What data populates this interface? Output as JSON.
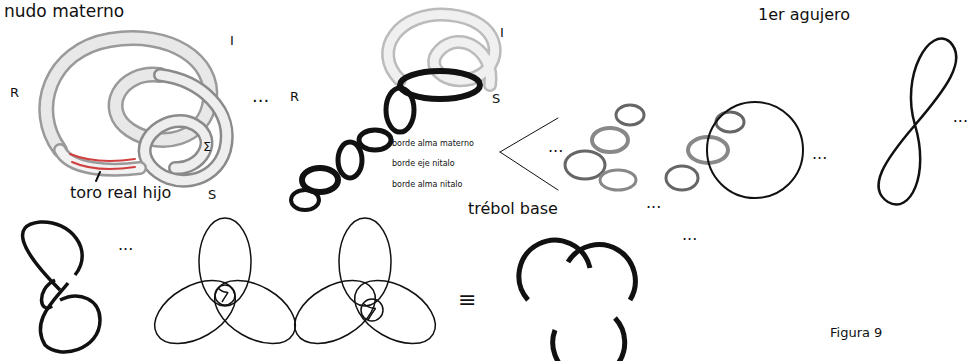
{
  "diagram": {
    "caption": "Figura 9",
    "labels": [
      "nudo materno",
      "I",
      "R",
      "Σ",
      "S",
      "toro real hijo",
      "...",
      "I",
      "R",
      "S",
      "borde alma materno",
      "borde eje nitalo",
      "borde alma nitalo",
      "...",
      "...",
      "1er agujero",
      "...",
      "...",
      "...",
      "...",
      "trébol base",
      "≡"
    ]
  }
}
